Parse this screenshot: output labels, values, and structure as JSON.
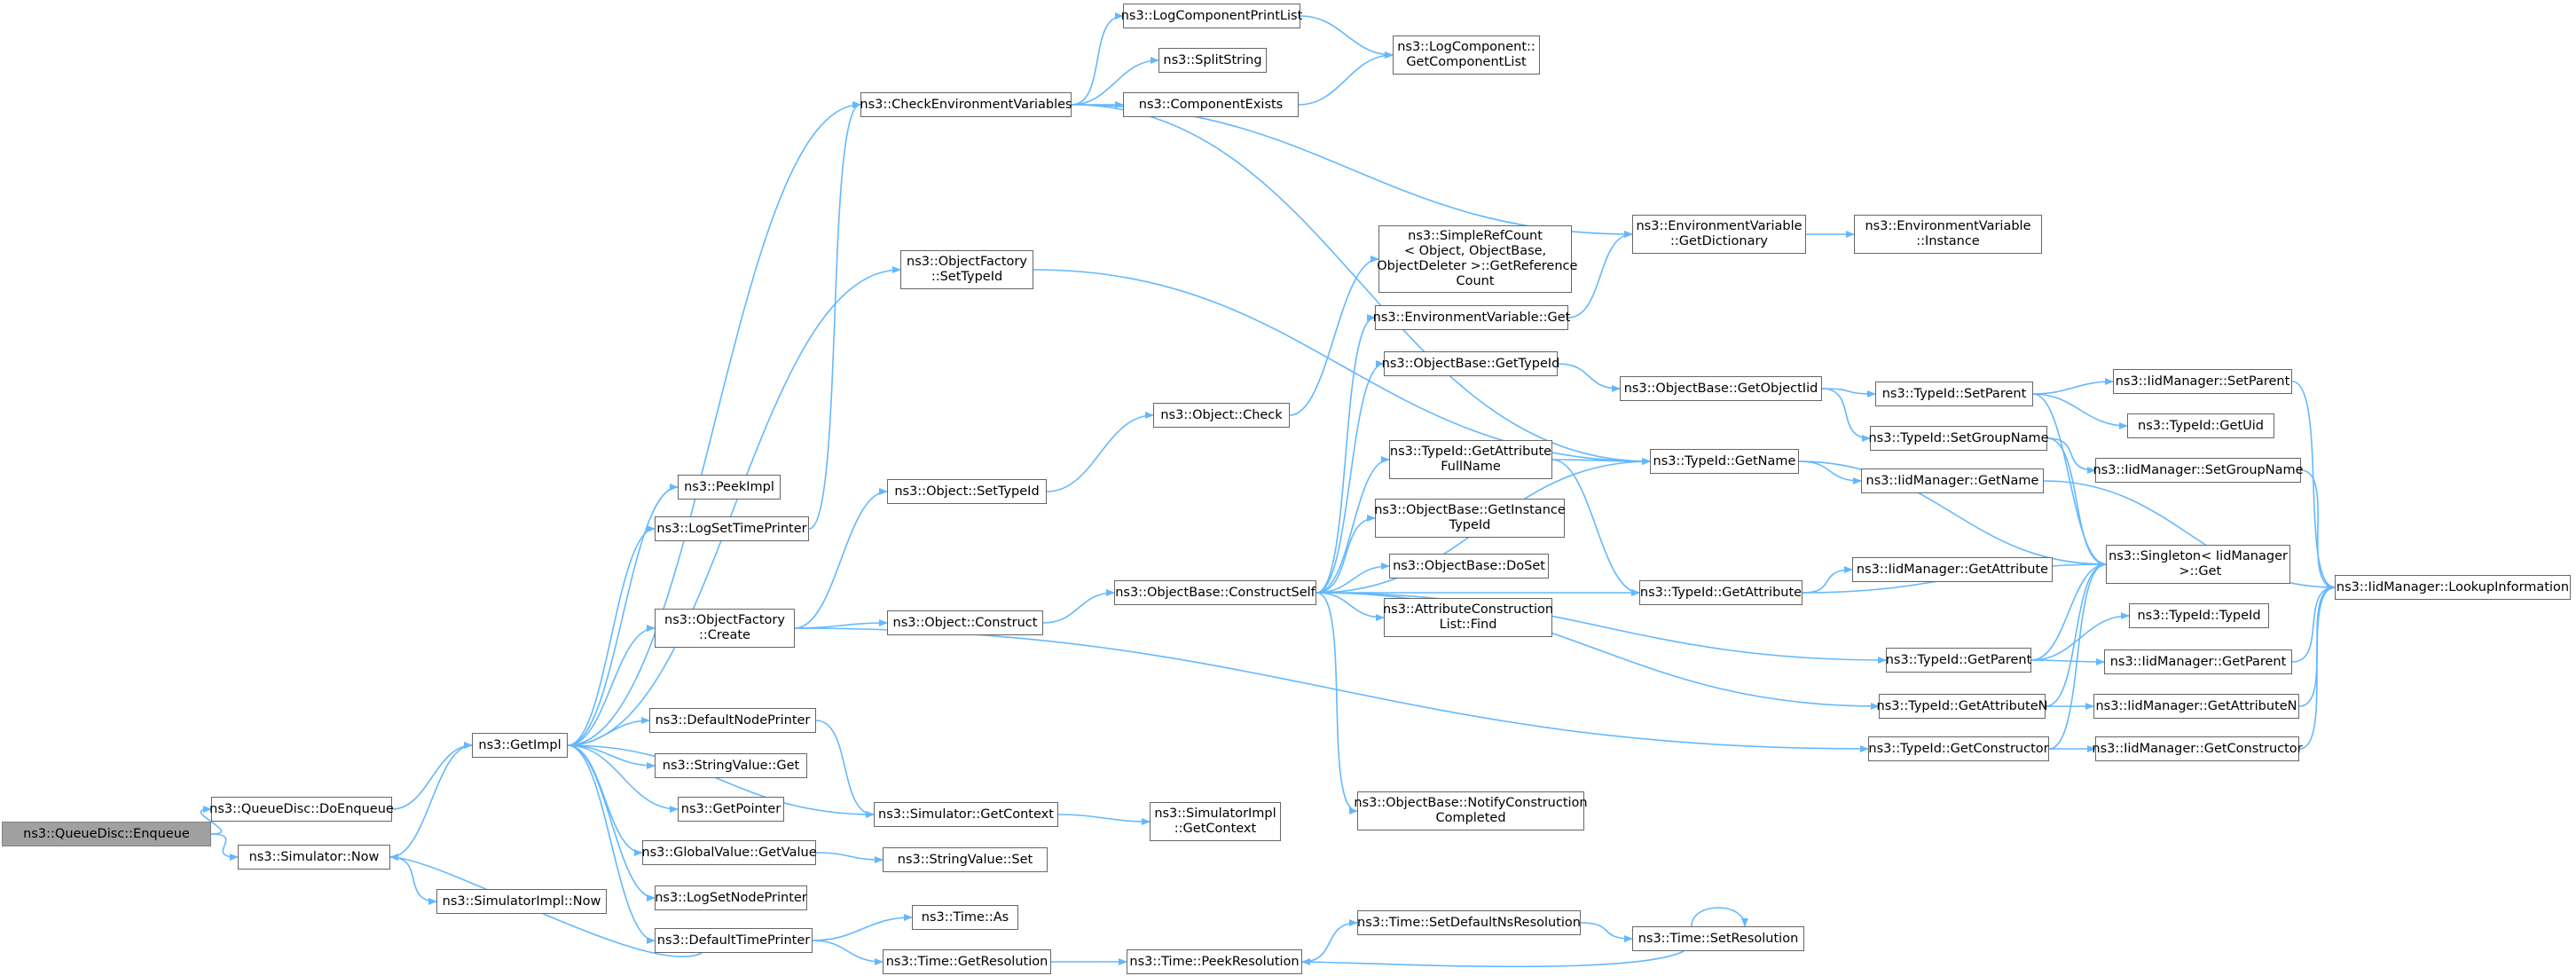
{
  "graph": {
    "edge_color": "#63b8ff",
    "node_border_color": "#666666",
    "root_fill_color": "#a0a0a0",
    "nodes": [
      {
        "id": "enqueue",
        "label": "ns3::QueueDisc::Enqueue",
        "root": true
      },
      {
        "id": "doenqueue",
        "label": "ns3::QueueDisc::DoEnqueue"
      },
      {
        "id": "simnow",
        "label": "ns3::Simulator::Now"
      },
      {
        "id": "simimplnow",
        "label": "ns3::SimulatorImpl::Now"
      },
      {
        "id": "getimpl",
        "label": "ns3::GetImpl"
      },
      {
        "id": "peekimpl",
        "label": "ns3::PeekImpl"
      },
      {
        "id": "logsettimeprinter",
        "label": "ns3::LogSetTimePrinter"
      },
      {
        "id": "objfactorycreate",
        "label": "ns3::ObjectFactory\n::Create"
      },
      {
        "id": "defaultnodeprinter",
        "label": "ns3::DefaultNodePrinter"
      },
      {
        "id": "stringvalueget",
        "label": "ns3::StringValue::Get"
      },
      {
        "id": "getpointer",
        "label": "ns3::GetPointer"
      },
      {
        "id": "globalvaluegetvalue",
        "label": "ns3::GlobalValue::GetValue"
      },
      {
        "id": "logsetnodeprinter",
        "label": "ns3::LogSetNodePrinter"
      },
      {
        "id": "defaulttimeprinter",
        "label": "ns3::DefaultTimePrinter"
      },
      {
        "id": "checkenv",
        "label": "ns3::CheckEnvironmentVariables"
      },
      {
        "id": "objfactorysettypeid",
        "label": "ns3::ObjectFactory\n::SetTypeId"
      },
      {
        "id": "objectsettypeid",
        "label": "ns3::Object::SetTypeId"
      },
      {
        "id": "objectconstruct",
        "label": "ns3::Object::Construct"
      },
      {
        "id": "simgetcontext",
        "label": "ns3::Simulator::GetContext"
      },
      {
        "id": "stringvalueset",
        "label": "ns3::StringValue::Set"
      },
      {
        "id": "timeas",
        "label": "ns3::Time::As"
      },
      {
        "id": "timegetresolution",
        "label": "ns3::Time::GetResolution"
      },
      {
        "id": "logcomponentprintlist",
        "label": "ns3::LogComponentPrintList"
      },
      {
        "id": "splitstring",
        "label": "ns3::SplitString"
      },
      {
        "id": "componentexists",
        "label": "ns3::ComponentExists"
      },
      {
        "id": "objectcheck",
        "label": "ns3::Object::Check"
      },
      {
        "id": "constructself",
        "label": "ns3::ObjectBase::ConstructSelf"
      },
      {
        "id": "simimplgetcontext",
        "label": "ns3::SimulatorImpl\n::GetContext"
      },
      {
        "id": "timepeekresolution",
        "label": "ns3::Time::PeekResolution"
      },
      {
        "id": "logcomponentgetlist",
        "label": "ns3::LogComponent::\nGetComponentList"
      },
      {
        "id": "simplerefcount",
        "label": "ns3::SimpleRefCount\n< Object, ObjectBase,\n ObjectDeleter >::GetReference\nCount"
      },
      {
        "id": "envvarget",
        "label": "ns3::EnvironmentVariable::Get"
      },
      {
        "id": "objbasegettypeid",
        "label": "ns3::ObjectBase::GetTypeId"
      },
      {
        "id": "typeidgetattributefullname",
        "label": "ns3::TypeId::GetAttribute\nFullName"
      },
      {
        "id": "objbasegetinstancetypeid",
        "label": "ns3::ObjectBase::GetInstance\nTypeId"
      },
      {
        "id": "objbasedoset",
        "label": "ns3::ObjectBase::DoSet"
      },
      {
        "id": "attrconstructionlistfind",
        "label": "ns3::AttributeConstruction\nList::Find"
      },
      {
        "id": "notifyconstruction",
        "label": "ns3::ObjectBase::NotifyConstruction\nCompleted"
      },
      {
        "id": "timesetdefaultns",
        "label": "ns3::Time::SetDefaultNsResolution"
      },
      {
        "id": "envvargetdictionary",
        "label": "ns3::EnvironmentVariable\n::GetDictionary"
      },
      {
        "id": "objbasegetobjectiid",
        "label": "ns3::ObjectBase::GetObjectIid"
      },
      {
        "id": "typeidgetname",
        "label": "ns3::TypeId::GetName"
      },
      {
        "id": "typeidgetattribute",
        "label": "ns3::TypeId::GetAttribute"
      },
      {
        "id": "timesetresolution",
        "label": "ns3::Time::SetResolution"
      },
      {
        "id": "envvarinstance",
        "label": "ns3::EnvironmentVariable\n::Instance"
      },
      {
        "id": "typeidsetparent",
        "label": "ns3::TypeId::SetParent"
      },
      {
        "id": "typeidsetgroupname",
        "label": "ns3::TypeId::SetGroupName"
      },
      {
        "id": "iidgetname",
        "label": "ns3::IidManager::GetName"
      },
      {
        "id": "iidgetattribute",
        "label": "ns3::IidManager::GetAttribute"
      },
      {
        "id": "typeidgetparent",
        "label": "ns3::TypeId::GetParent"
      },
      {
        "id": "typeidgetattributen",
        "label": "ns3::TypeId::GetAttributeN"
      },
      {
        "id": "typeidgetconstructor",
        "label": "ns3::TypeId::GetConstructor"
      },
      {
        "id": "iidsetparent",
        "label": "ns3::IidManager::SetParent"
      },
      {
        "id": "typeidgetuid",
        "label": "ns3::TypeId::GetUid"
      },
      {
        "id": "iidsetgroupname",
        "label": "ns3::IidManager::SetGroupName"
      },
      {
        "id": "singletonget",
        "label": "ns3::Singleton< IidManager\n >::Get"
      },
      {
        "id": "typeidtypeid",
        "label": "ns3::TypeId::TypeId"
      },
      {
        "id": "iidgetparent",
        "label": "ns3::IidManager::GetParent"
      },
      {
        "id": "iidgetattributen",
        "label": "ns3::IidManager::GetAttributeN"
      },
      {
        "id": "iidgetconstructor",
        "label": "ns3::IidManager::GetConstructor"
      },
      {
        "id": "iidlookupinformation",
        "label": "ns3::IidManager::LookupInformation"
      }
    ]
  }
}
